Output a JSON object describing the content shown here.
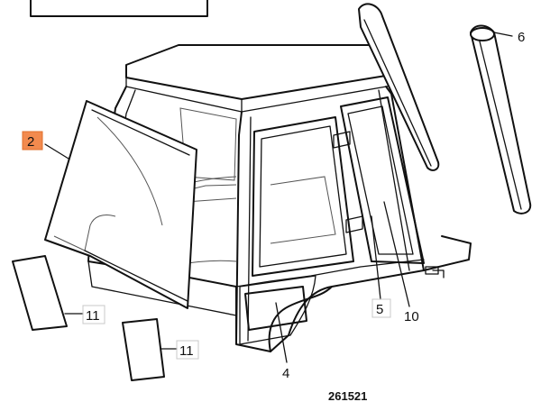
{
  "diagram": {
    "part_labels": {
      "p2": "2",
      "p4": "4",
      "p5": "5",
      "p6": "6",
      "p10": "10",
      "p11a": "11",
      "p11b": "11"
    },
    "drawing_number": "261521",
    "highlighted_part": "2",
    "colors": {
      "highlight": "#f28a4e",
      "line": "#111111",
      "background": "#ffffff"
    }
  }
}
